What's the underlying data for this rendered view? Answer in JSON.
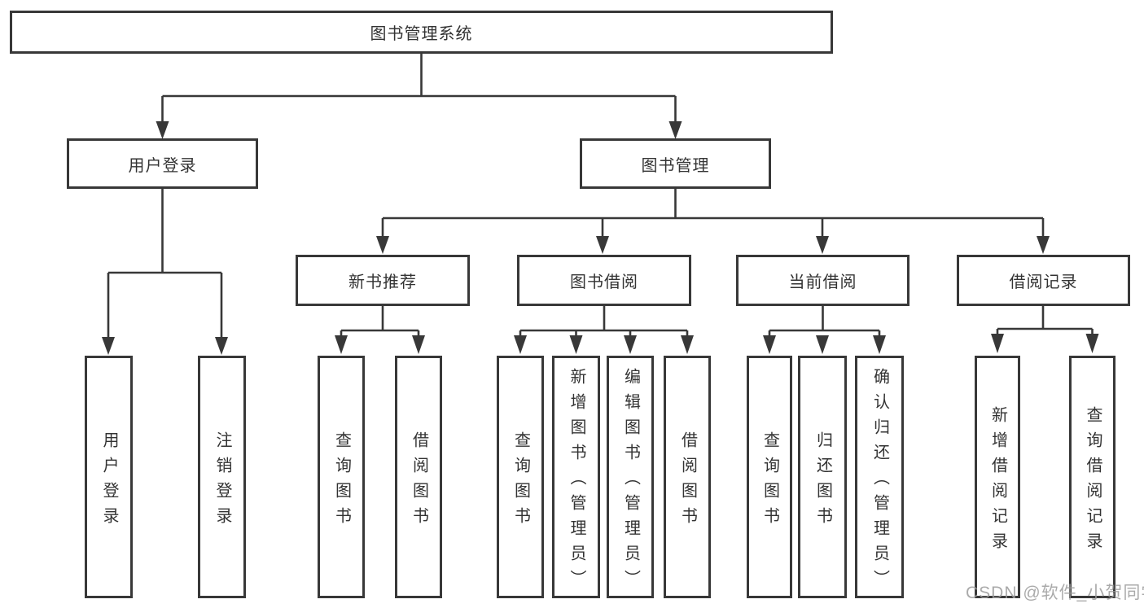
{
  "colors": {
    "background": "#ffffff",
    "line": "#383838",
    "text": "#333333",
    "watermark": "#9c9c9c"
  },
  "nodes": {
    "root": "图书管理系统",
    "user_login": "用户登录",
    "book_mgmt": "图书管理",
    "new_book_rec": "新书推荐",
    "book_borrow": "图书借阅",
    "current_borrow": "当前借阅",
    "borrow_records": "借阅记录",
    "leaf_user_login": "用户登录",
    "leaf_logout": "注销登录",
    "leaf_query_book_rec": "查询图书",
    "leaf_borrow_book_rec": "借阅图书",
    "leaf_query_book_borrow": "查询图书",
    "leaf_add_book": "新增图书（管理员）",
    "leaf_edit_book": "编辑图书（管理员）",
    "leaf_borrow_book_borrow": "借阅图书",
    "leaf_query_book_current": "查询图书",
    "leaf_return_book": "归还图书",
    "leaf_confirm_return": "确认归还（管理员）",
    "leaf_add_borrow_record": "新增借阅记录",
    "leaf_query_borrow_record": "查询借阅记录"
  },
  "watermark": "CSDN @软件_小贺同学"
}
